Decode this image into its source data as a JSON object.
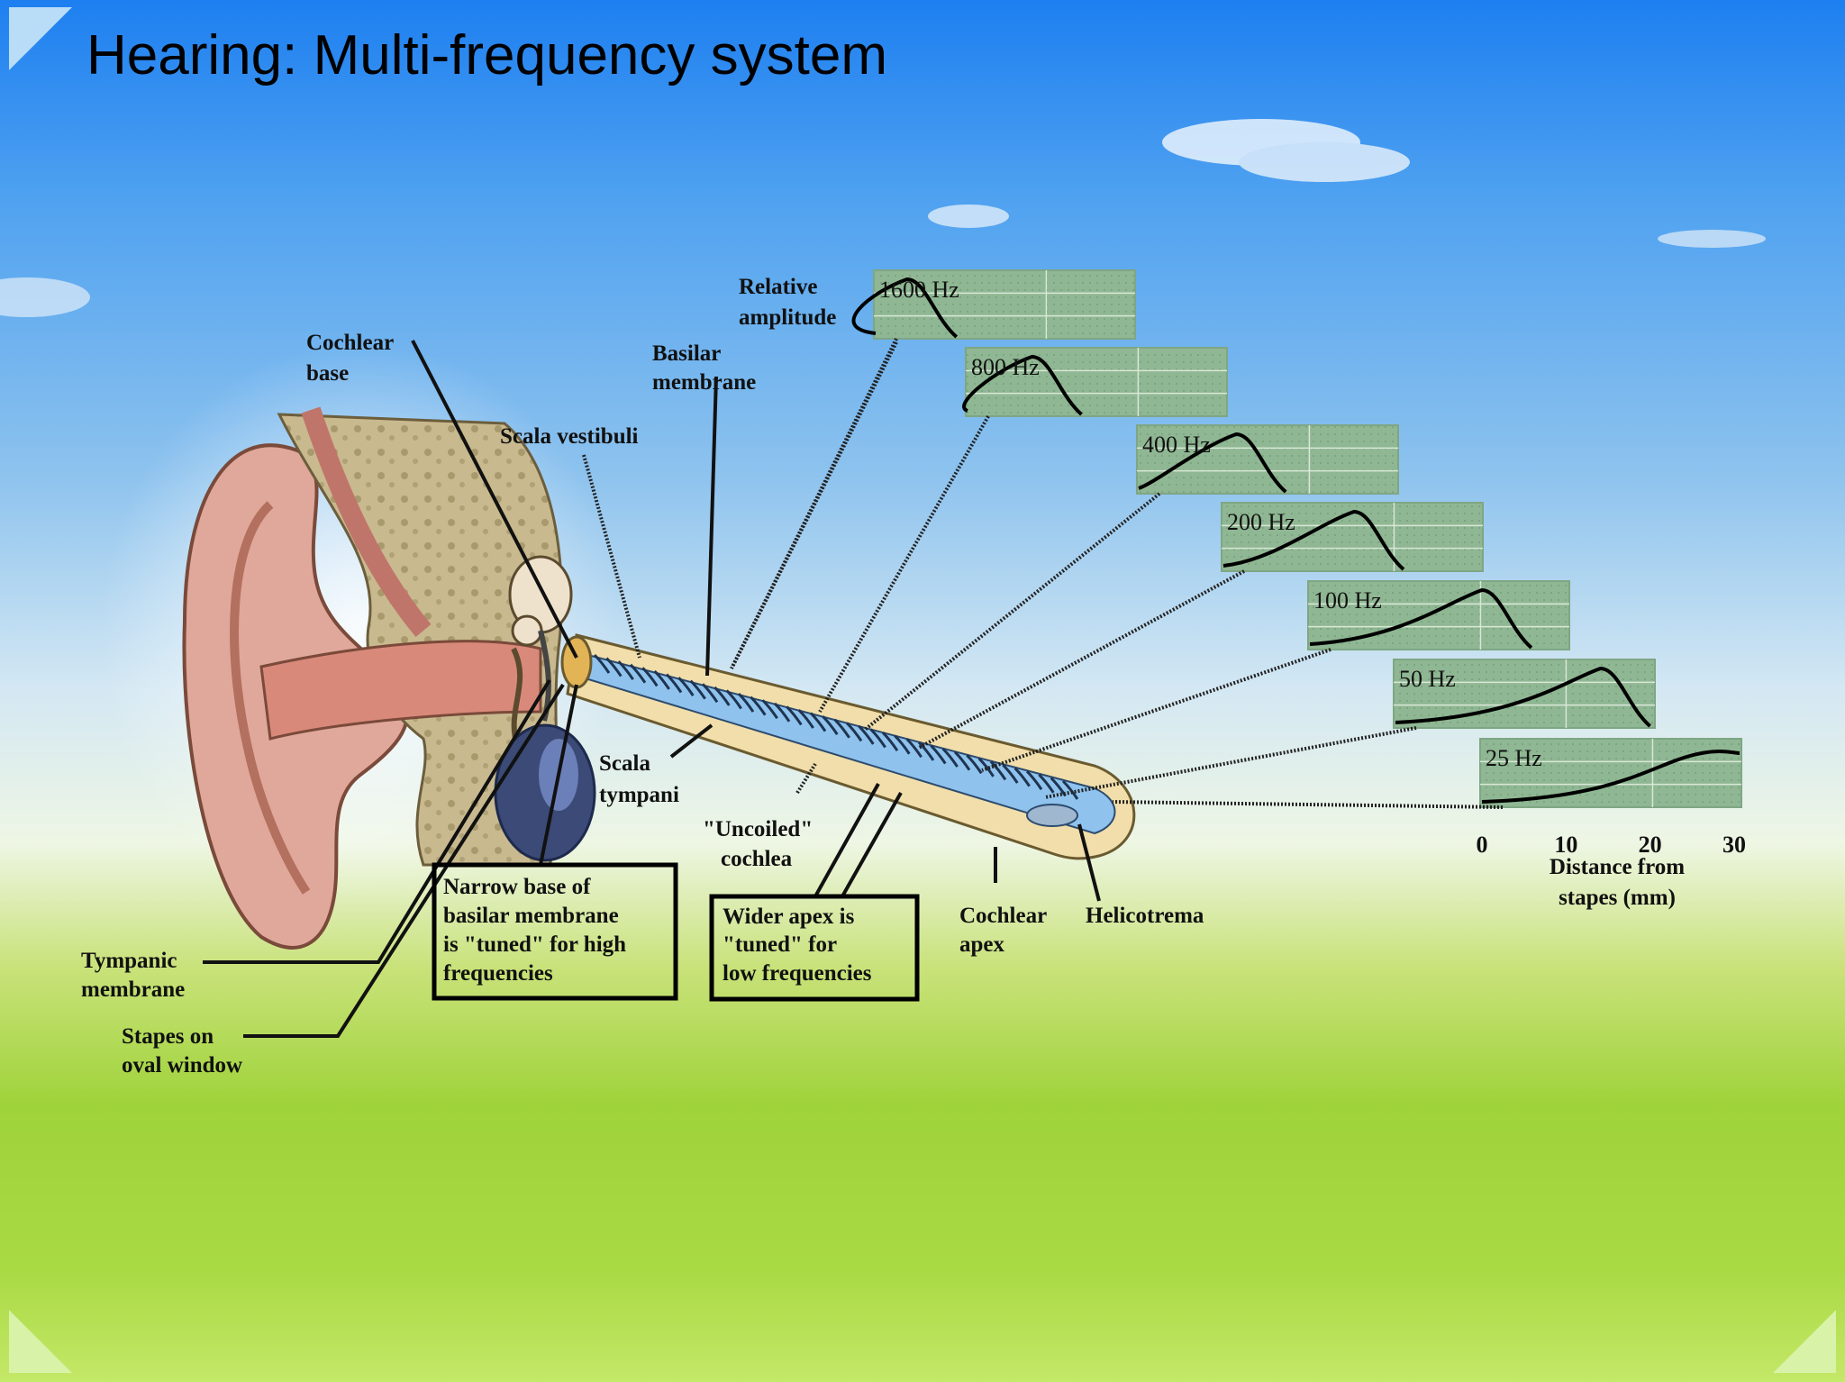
{
  "slide": {
    "title": "Hearing: Multi-frequency system"
  },
  "labels": {
    "cochlear_base": [
      "Cochlear",
      "base"
    ],
    "scala_vestibuli": "Scala vestibuli",
    "basilar_membrane": [
      "Basilar",
      "membrane"
    ],
    "relative_amplitude": [
      "Relative",
      "amplitude"
    ],
    "scala_tympani": [
      "Scala",
      "tympani"
    ],
    "uncoiled_cochlea": [
      "\"Uncoiled\"",
      "cochlea"
    ],
    "cochlear_apex": [
      "Cochlear",
      "apex"
    ],
    "helicotrema": "Helicotrema",
    "tympanic_membrane": [
      "Tympanic",
      "membrane"
    ],
    "stapes": [
      "Stapes on",
      "oval window"
    ],
    "narrow_base_box": [
      "Narrow base of",
      "basilar membrane",
      "is \"tuned\" for high",
      "frequencies"
    ],
    "wider_apex_box": [
      "Wider apex is",
      "\"tuned\" for",
      "low frequencies"
    ],
    "distance_axis": [
      "Distance from",
      "stapes (mm)"
    ]
  },
  "distance_ticks": [
    "0",
    "10",
    "20",
    "30"
  ],
  "frequency_panels": [
    {
      "label": "1600 Hz",
      "peak_mm": 4
    },
    {
      "label": "800 Hz",
      "peak_mm": 8
    },
    {
      "label": "400 Hz",
      "peak_mm": 12
    },
    {
      "label": "200 Hz",
      "peak_mm": 16
    },
    {
      "label": "100 Hz",
      "peak_mm": 21
    },
    {
      "label": "50 Hz",
      "peak_mm": 25
    },
    {
      "label": "25 Hz",
      "peak_mm": 30
    }
  ],
  "colors": {
    "panel_fill": "#8fb793",
    "membrane_blue": "#8fc3ee",
    "cochlea_tan": "#f1deaa",
    "ear_skin": "#e0a89a",
    "bone": "#c8b98f"
  }
}
